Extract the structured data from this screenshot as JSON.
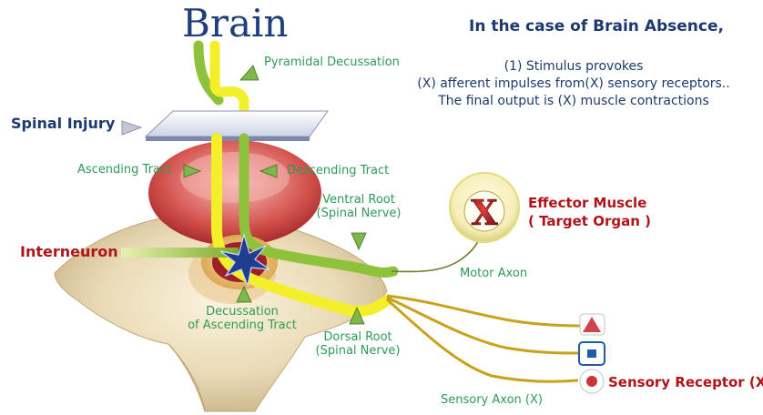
{
  "title": "Brain",
  "heading": "In the case of Brain Absence,",
  "description_lines": [
    "(1) Stimulus provokes",
    "(X) afferent impulses from(X) sensory receptors..",
    "The final output is (X) muscle contractions"
  ],
  "labels": {
    "pyramidal_decussation": "Pyramidal Decussation",
    "spinal_injury": "Spinal Injury",
    "ascending_tract": "Ascending Tract",
    "descending_tract": "Descending Tract",
    "ventral_root": [
      "Ventral Root",
      "(Spinal Nerve)"
    ],
    "interneuron": "Interneuron",
    "decussation_ascending": [
      "Decussation",
      "of Ascending Tract"
    ],
    "dorsal_root": [
      "Dorsal Root",
      "(Spinal Nerve)"
    ],
    "motor_axon": "Motor Axon",
    "effector": [
      "Effector Muscle",
      "( Target Organ )"
    ],
    "effector_mark": "X",
    "sensory_axon": "Sensory Axon (X)",
    "sensory_receptor": "Sensory Receptor (X)"
  },
  "colors": {
    "title": "#1f3f7a",
    "label_green": "#2f9a57",
    "label_red": "#b0141b",
    "label_navy": "#1d3a6e",
    "nerve_yellow": "#f3ef2a",
    "axon_olive": "#c9a21a",
    "tract_green": "#8ec23a"
  }
}
